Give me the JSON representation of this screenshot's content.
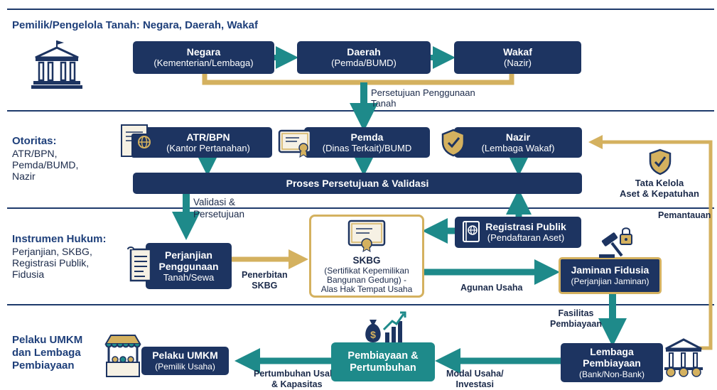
{
  "sections": {
    "s1": {
      "title": "Pemilik/Pengelola Tanah: Negara, Daerah, Wakaf"
    },
    "s2": {
      "title": "Otoritas:",
      "sub": "ATR/BPN,\nPemda/BUMD,\nNazir"
    },
    "s3": {
      "title": "Instrumen Hukum:",
      "sub": "Perjanjian, SKBG,\nRegistrasi Publik,\nFidusia"
    },
    "s4": {
      "title": "Pelaku UMKM\ndan Lembaga\nPembiayaan"
    }
  },
  "boxes": {
    "negara": {
      "title": "Negara",
      "sub": "(Kementerian/Lembaga)"
    },
    "daerah": {
      "title": "Daerah",
      "sub": "(Pemda/BUMD)"
    },
    "wakaf": {
      "title": "Wakaf",
      "sub": "(Nazir)"
    },
    "atr": {
      "title": "ATR/BPN",
      "sub": "(Kantor Pertanahan)"
    },
    "pemda": {
      "title": "Pemda",
      "sub": "(Dinas Terkait)/BUMD"
    },
    "nazir": {
      "title": "Nazir",
      "sub": "(Lembaga Wakaf)"
    },
    "proses": {
      "title": "Proses Persetujuan & Validasi"
    },
    "registrasi": {
      "title": "Registrasi Publik",
      "sub": "(Pendaftaran Aset)"
    },
    "perjanjian": {
      "title": "Perjanjian\nPenggunaan",
      "sub": "Tanah/Sewa"
    },
    "skbg": {
      "title": "SKBG",
      "sub": "(Sertifikat Kepemilikan\nBangunan Gedung) -\nAlas Hak Tempat Usaha"
    },
    "jaminan": {
      "title": "Jaminan Fidusia",
      "sub": "(Perjanjian Jaminan)"
    },
    "umkm": {
      "title": "Pelaku UMKM",
      "sub": "(Pemilik Usaha)"
    },
    "pembiayaan": {
      "title": "Pembiayaan &\nPertumbuhan"
    },
    "lembaga": {
      "title": "Lembaga\nPembiayaan",
      "sub": "(Bank/Non-Bank)"
    }
  },
  "labels": {
    "persetujuan": "Persetujuan Penggunaan\nTanah",
    "validasi": "Validasi &\nPersetujuan",
    "penerbitan": "Penerbitan\nSKBG",
    "agunan": "Agunan Usaha",
    "fasilitas": "Fasilitas\nPembiayaan",
    "modal": "Modal Usaha/\nInvestasi",
    "pertumbuhan": "Pertumbuhan Usaha\n& Kapasitas",
    "tatakelola": "Tata Kelola\nAset & Kepatuhan",
    "pemantauan": "Pemantauan"
  },
  "colors": {
    "navy": "#1d3461",
    "teal": "#1e8a8a",
    "gold": "#d4b15f",
    "rule": "#1e3a6b"
  },
  "icons": [
    "government-building-icon",
    "certificate-globe-icon",
    "certificate-scroll-icon",
    "shield-check-icon",
    "globe-book-icon",
    "document-icon",
    "gavel-lock-icon",
    "market-stall-icon",
    "money-bag-chart-icon",
    "bank-icon"
  ]
}
